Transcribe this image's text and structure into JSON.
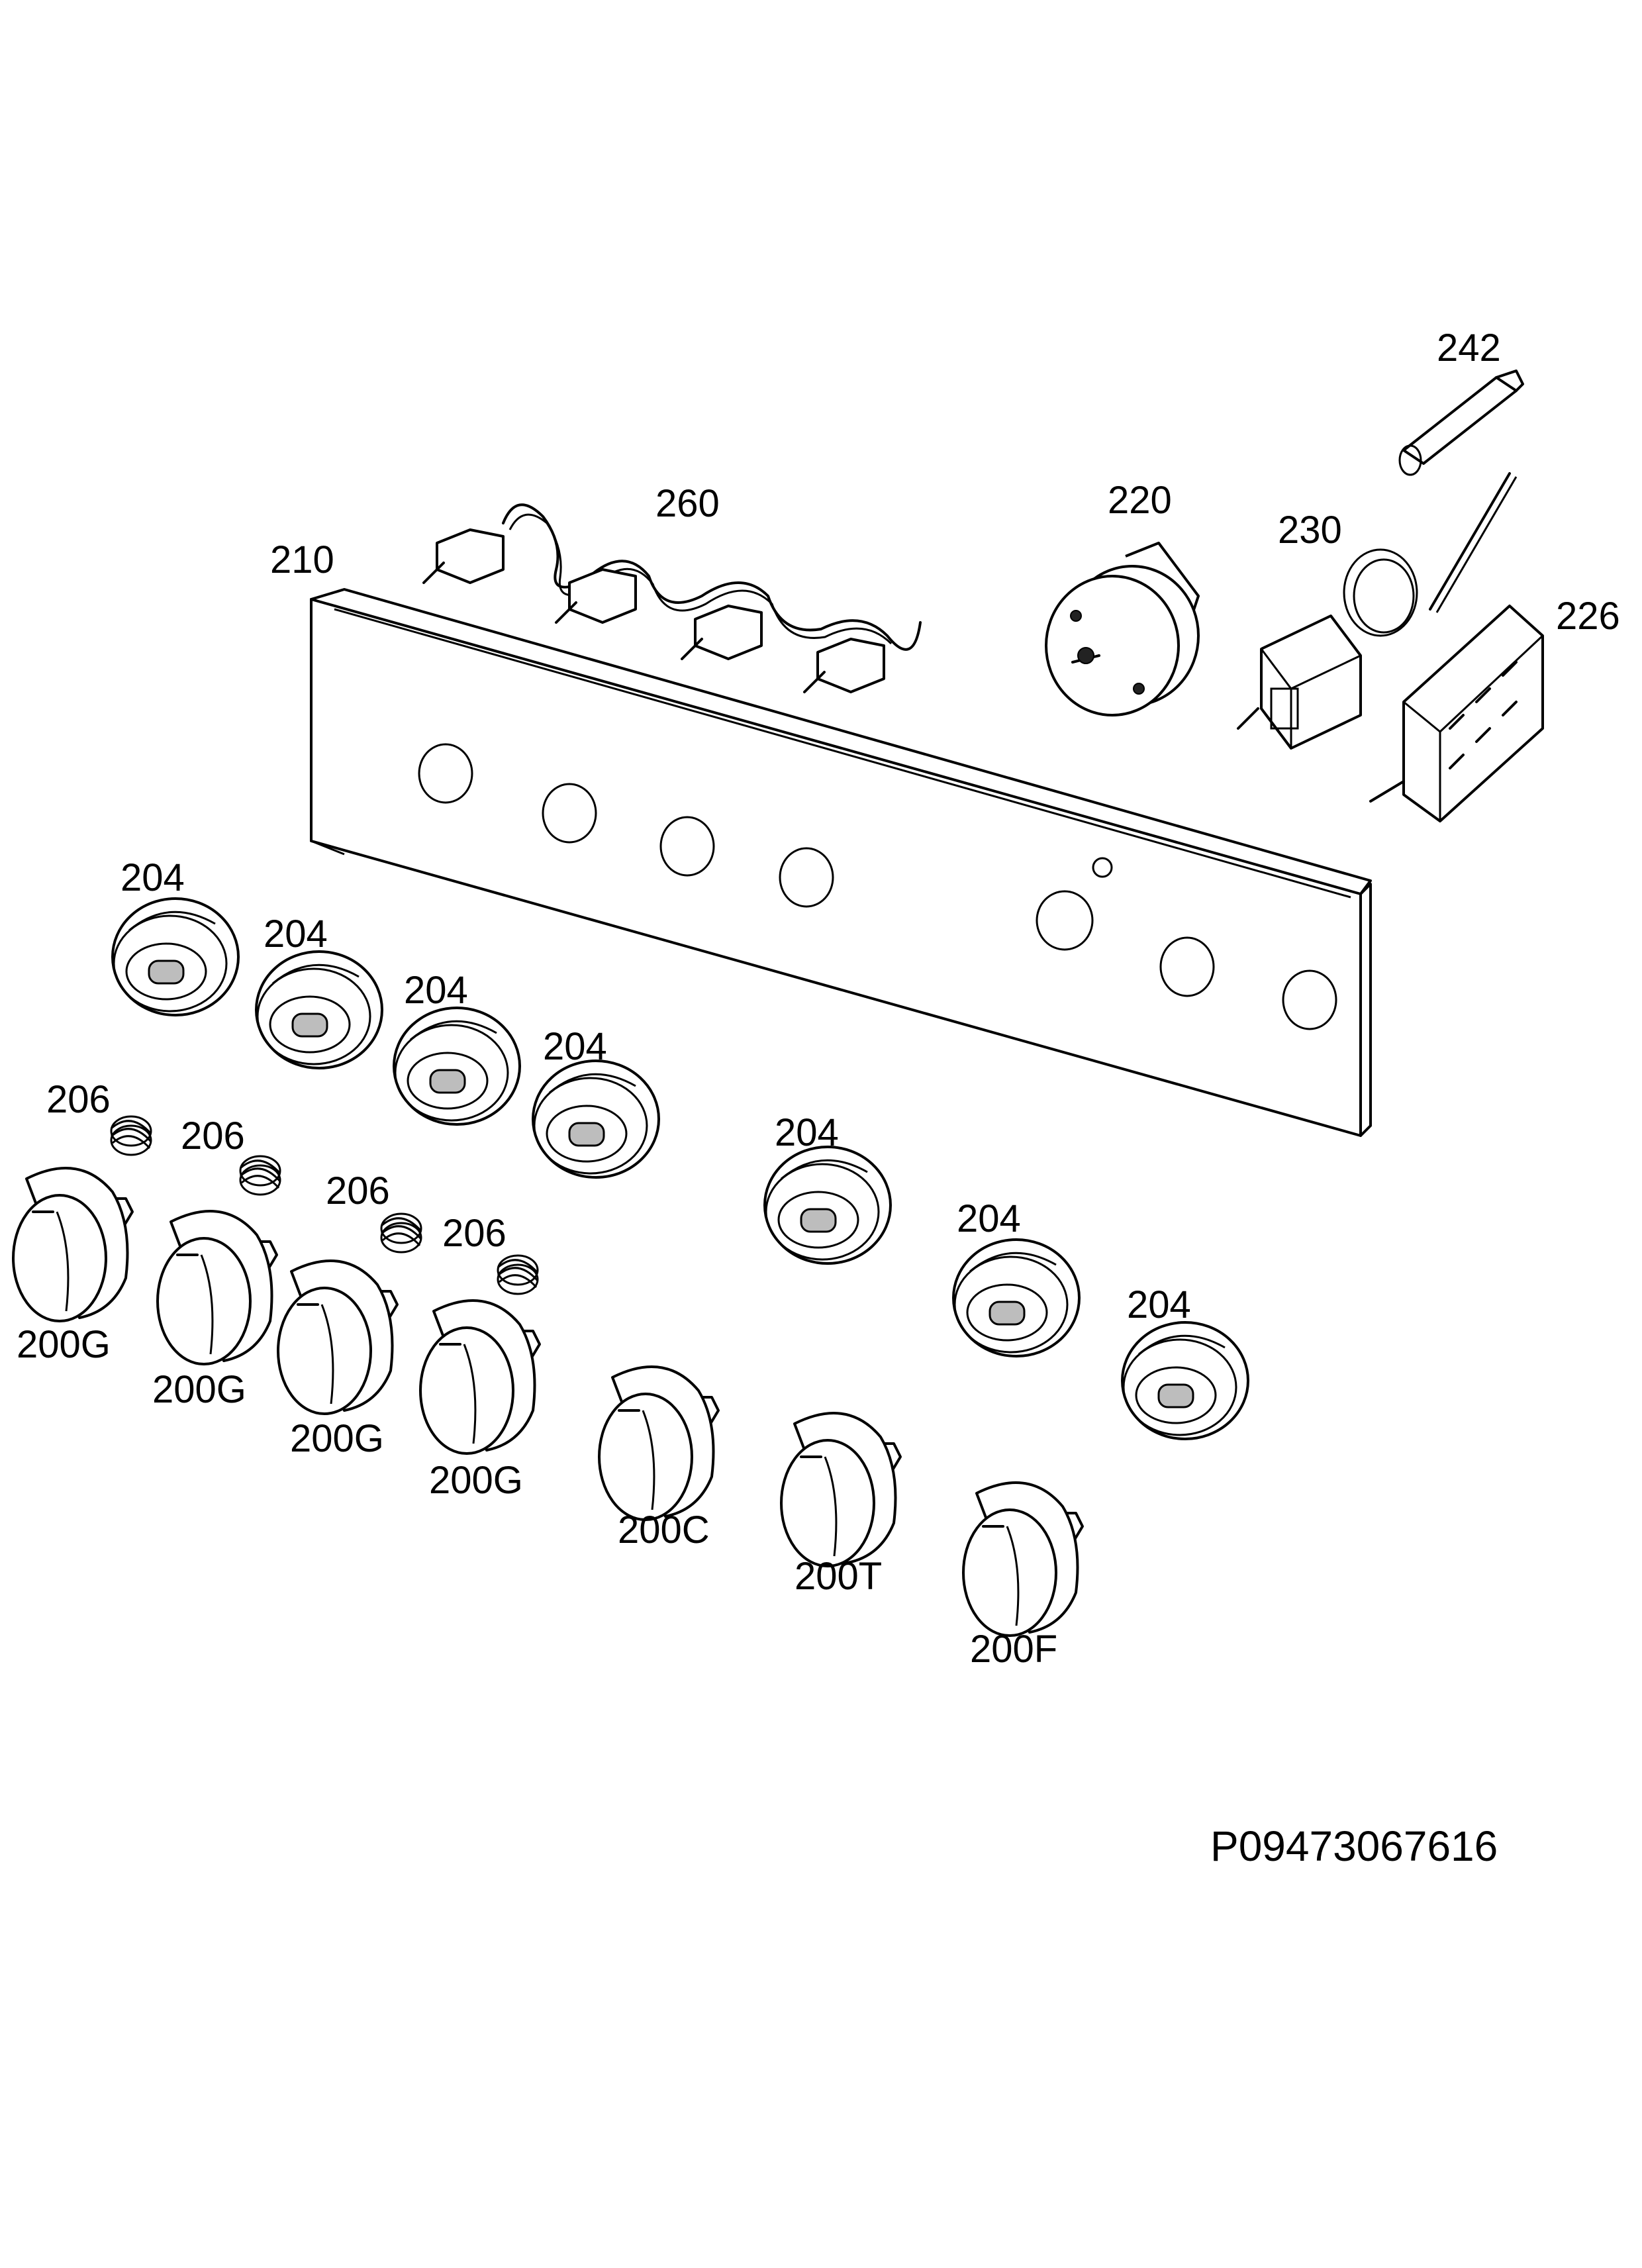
{
  "parts": {
    "control_panel": "210",
    "wiring_switches": "260",
    "timer": "220",
    "thermostat": "230",
    "probe": "242",
    "selector_switch": "226",
    "knob_bezels": [
      "204",
      "204",
      "204",
      "204",
      "204",
      "204",
      "204"
    ],
    "springs": [
      "206",
      "206",
      "206",
      "206"
    ],
    "knobs": [
      "200G",
      "200G",
      "200G",
      "200G",
      "200C",
      "200T",
      "200F"
    ]
  },
  "drawing_code": "P09473067616"
}
